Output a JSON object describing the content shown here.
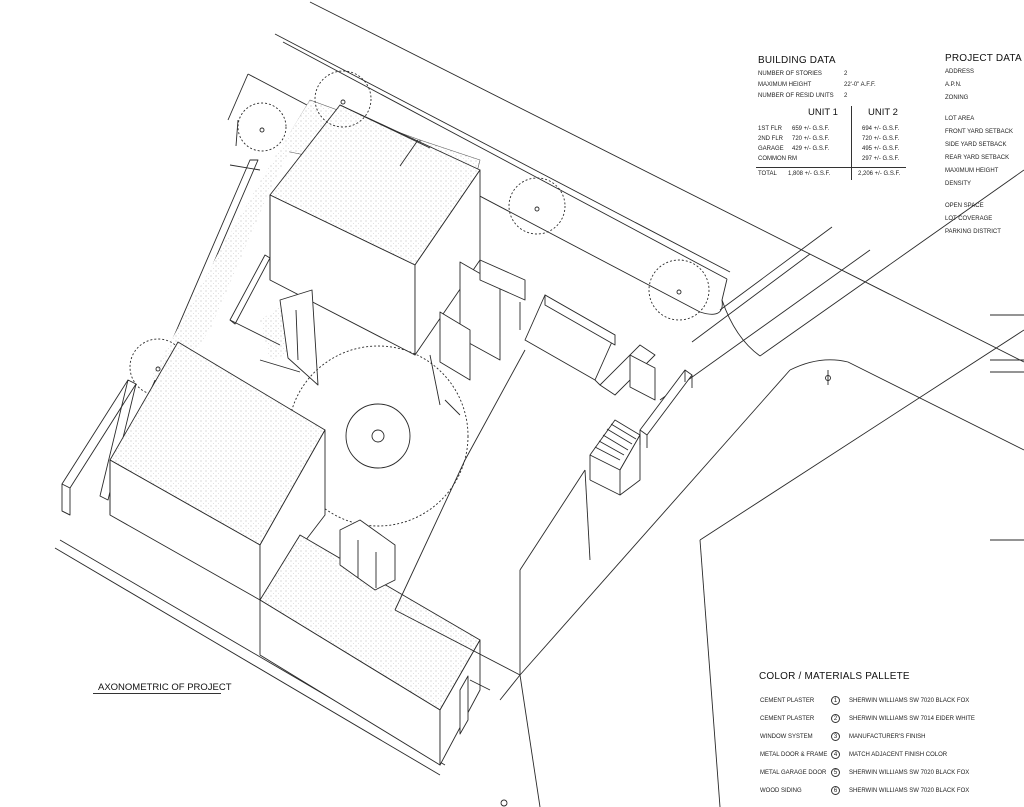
{
  "building_data": {
    "title": "BUILDING DATA",
    "rows": [
      {
        "label": "NUMBER OF STORIES",
        "value": "2"
      },
      {
        "label": "MAXIMUM HEIGHT",
        "value": "22'-0\" A.F.F."
      },
      {
        "label": "NUMBER OF RESID UNITS",
        "value": "2"
      }
    ],
    "unit1_label": "UNIT 1",
    "unit2_label": "UNIT 2",
    "areas": [
      {
        "label": "1ST FLR",
        "unit1": "659 +/- G.S.F.",
        "unit2": "694 +/- G.S.F."
      },
      {
        "label": "2ND FLR",
        "unit1": "720 +/- G.S.F.",
        "unit2": "720 +/- G.S.F."
      },
      {
        "label": "GARAGE",
        "unit1": "429 +/- G.S.F.",
        "unit2": "495 +/- G.S.F."
      },
      {
        "label": "COMMON RM",
        "unit1": "",
        "unit2": "297 +/- G.S.F."
      }
    ],
    "total": {
      "label": "TOTAL",
      "unit1": "1,808 +/- G.S.F.",
      "unit2": "2,206 +/- G.S.F."
    }
  },
  "project_data": {
    "title": "PROJECT DATA",
    "items": [
      "ADDRESS",
      "A.P.N.",
      "ZONING",
      "LOT AREA",
      "FRONT YARD SETBACK",
      "SIDE YARD SETBACK",
      "REAR YARD SETBACK",
      "MAXIMUM HEIGHT",
      "DENSITY",
      "OPEN SPACE",
      "LOT COVERAGE",
      "PARKING DISTRICT"
    ]
  },
  "drawing": {
    "caption": "AXONOMETRIC OF PROJECT"
  },
  "materials": {
    "title": "COLOR / MATERIALS PALLETE",
    "rows": [
      {
        "material": "CEMENT PLASTER",
        "num": "1",
        "spec": "SHERWIN WILLIAMS SW 7020 BLACK FOX"
      },
      {
        "material": "CEMENT PLASTER",
        "num": "2",
        "spec": "SHERWIN WILLIAMS SW 7014 EIDER WHITE"
      },
      {
        "material": "WINDOW SYSTEM",
        "num": "3",
        "spec": "MANUFACTURER'S FINISH"
      },
      {
        "material": "METAL DOOR & FRAME",
        "num": "4",
        "spec": "MATCH ADJACENT FINISH COLOR"
      },
      {
        "material": "METAL GARAGE DOOR",
        "num": "5",
        "spec": "SHERWIN WILLIAMS SW 7020 BLACK FOX"
      },
      {
        "material": "WOOD SIDING",
        "num": "6",
        "spec": "SHERWIN WILLIAMS SW 7020 BLACK FOX"
      }
    ]
  },
  "colors": {
    "line": "#2a2a2a",
    "paper": "#ffffff",
    "stipple": "#cfcfcf"
  }
}
